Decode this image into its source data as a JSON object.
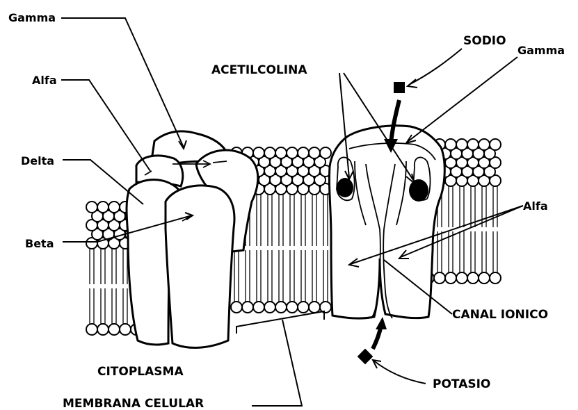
{
  "labels": {
    "gamma_left": "Gamma",
    "alfa_left": "Alfa",
    "delta": "Delta",
    "beta": "Beta",
    "acetilcolina": "ACETILCOLINA",
    "sodio": "SODIO",
    "gamma_right": "Gamma",
    "alfa_right": "Alfa",
    "canal_ionico": "CANAL IONICO",
    "potasio": "POTASIO",
    "citoplasma": "CITOPLASMA",
    "membrana_celular": "MEMBRANA CELULAR"
  },
  "colors": {
    "ink": "#000000",
    "paper": "#ffffff"
  }
}
